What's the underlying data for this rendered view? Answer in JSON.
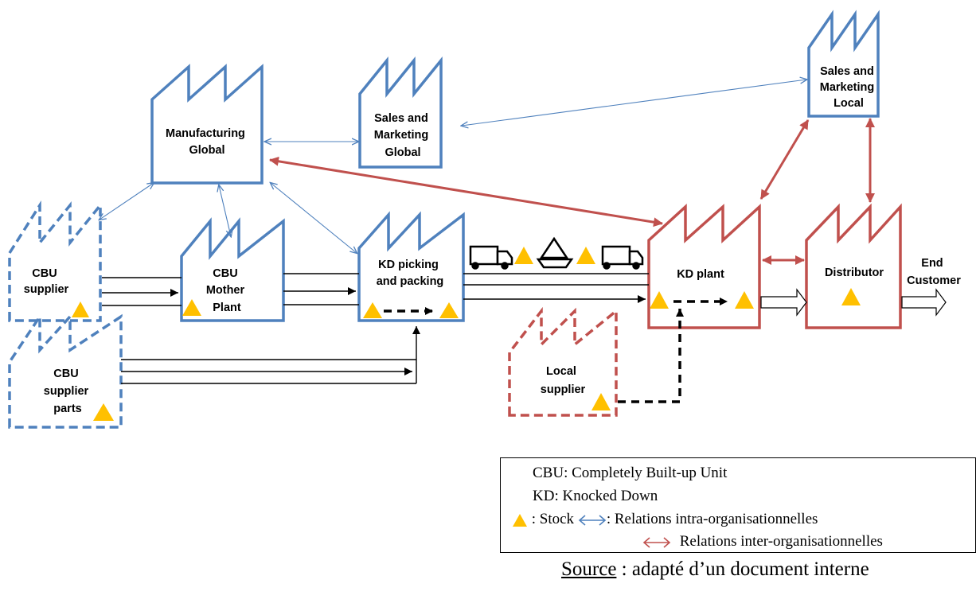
{
  "colors": {
    "intra_blue": "#4f81bd",
    "inter_red": "#c0504d",
    "stock_yellow": "#ffc000",
    "flow_black": "#000000"
  },
  "nodes": {
    "manufacturing_global": [
      "Manufacturing",
      "Global"
    ],
    "sales_marketing_global": [
      "Sales and",
      "Marketing",
      "Global"
    ],
    "sales_marketing_local": [
      "Sales and",
      "Marketing",
      "Local"
    ],
    "cbu_supplier": [
      "CBU",
      "supplier"
    ],
    "cbu_mother_plant": [
      "CBU",
      "Mother",
      "Plant"
    ],
    "kd_picking": [
      "KD picking",
      "and packing"
    ],
    "kd_plant": [
      "KD plant"
    ],
    "distributor": [
      "Distributor"
    ],
    "end_customer": [
      "End",
      "Customer"
    ],
    "cbu_supplier_parts": [
      "CBU",
      "supplier",
      "parts"
    ],
    "local_supplier": [
      "Local",
      "supplier"
    ]
  },
  "legend": {
    "cbu": "CBU: Completely Built-up Unit",
    "kd": "KD: Knocked Down",
    "stock": ": Stock",
    "intra": ": Relations intra-organisationnelles",
    "inter": "Relations inter-organisationnelles"
  },
  "source": {
    "label": "Source",
    "text": " : adapté d’un document interne"
  }
}
